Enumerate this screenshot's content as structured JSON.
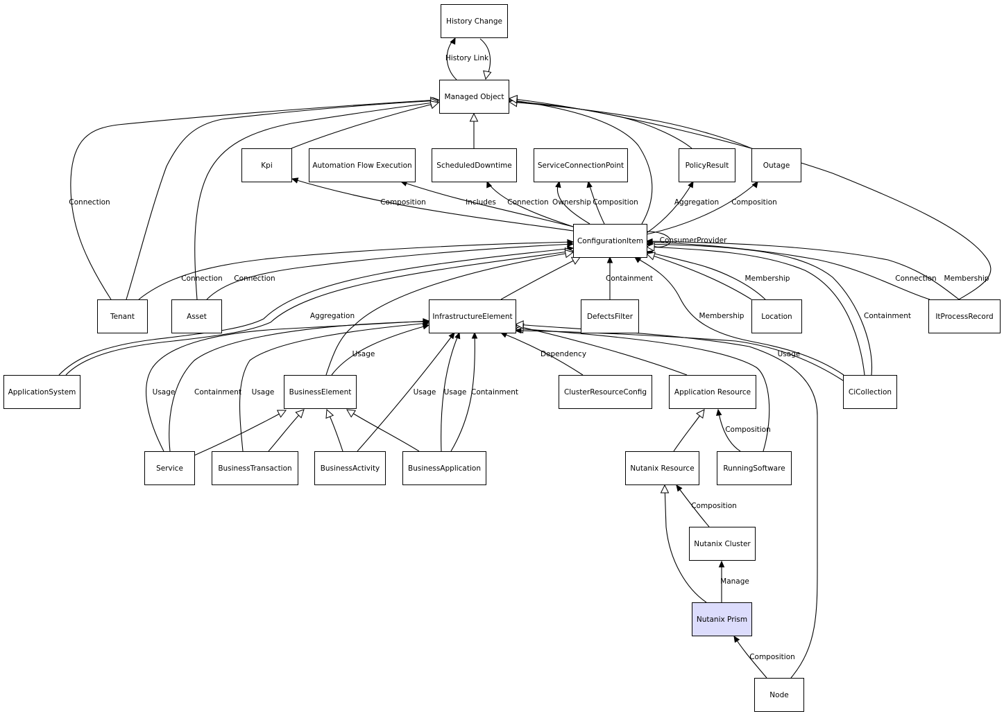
{
  "diagram": {
    "nodes": [
      {
        "id": "history_change",
        "label": "History Change"
      },
      {
        "id": "managed_object",
        "label": "Managed Object"
      },
      {
        "id": "kpi",
        "label": "Kpi"
      },
      {
        "id": "automation_flow_execution",
        "label": "Automation Flow Execution"
      },
      {
        "id": "scheduled_downtime",
        "label": "ScheduledDowntime"
      },
      {
        "id": "service_connection_point",
        "label": "ServiceConnectionPoint"
      },
      {
        "id": "policy_result",
        "label": "PolicyResult"
      },
      {
        "id": "outage",
        "label": "Outage"
      },
      {
        "id": "configuration_item",
        "label": "ConfigurationItem"
      },
      {
        "id": "tenant",
        "label": "Tenant"
      },
      {
        "id": "asset",
        "label": "Asset"
      },
      {
        "id": "infrastructure_element",
        "label": "InfrastructureElement"
      },
      {
        "id": "defects_filter",
        "label": "DefectsFilter"
      },
      {
        "id": "location",
        "label": "Location"
      },
      {
        "id": "it_process_record",
        "label": "ItProcessRecord"
      },
      {
        "id": "application_system",
        "label": "ApplicationSystem"
      },
      {
        "id": "business_element",
        "label": "BusinessElement"
      },
      {
        "id": "cluster_resource_config",
        "label": "ClusterResourceConfig"
      },
      {
        "id": "application_resource",
        "label": "Application Resource"
      },
      {
        "id": "ci_collection",
        "label": "CiCollection"
      },
      {
        "id": "service",
        "label": "Service"
      },
      {
        "id": "business_transaction",
        "label": "BusinessTransaction"
      },
      {
        "id": "business_activity",
        "label": "BusinessActivity"
      },
      {
        "id": "business_application",
        "label": "BusinessApplication"
      },
      {
        "id": "nutanix_resource",
        "label": "Nutanix Resource"
      },
      {
        "id": "running_software",
        "label": "RunningSoftware"
      },
      {
        "id": "nutanix_cluster",
        "label": "Nutanix Cluster"
      },
      {
        "id": "nutanix_prism",
        "label": "Nutanix Prism",
        "highlight": true
      },
      {
        "id": "node",
        "label": "Node"
      }
    ],
    "edges": [
      {
        "from": "managed_object",
        "to": "history_change",
        "label": "History Link",
        "kind": "association"
      },
      {
        "from": "history_change",
        "to": "managed_object",
        "label": "",
        "kind": "inheritance"
      },
      {
        "from": "tenant",
        "to": "managed_object",
        "label": "Connection",
        "kind": "association"
      },
      {
        "from": "tenant",
        "to": "managed_object",
        "label": "",
        "kind": "inheritance"
      },
      {
        "from": "asset",
        "to": "managed_object",
        "label": "",
        "kind": "inheritance"
      },
      {
        "from": "kpi",
        "to": "managed_object",
        "label": "",
        "kind": "inheritance"
      },
      {
        "from": "scheduled_downtime",
        "to": "managed_object",
        "label": "",
        "kind": "inheritance"
      },
      {
        "from": "configuration_item",
        "to": "managed_object",
        "label": "",
        "kind": "inheritance"
      },
      {
        "from": "policy_result",
        "to": "managed_object",
        "label": "",
        "kind": "inheritance"
      },
      {
        "from": "outage",
        "to": "managed_object",
        "label": "",
        "kind": "inheritance"
      },
      {
        "from": "it_process_record",
        "to": "managed_object",
        "label": "",
        "kind": "inheritance"
      },
      {
        "from": "configuration_item",
        "to": "kpi",
        "label": "Composition",
        "kind": "association"
      },
      {
        "from": "configuration_item",
        "to": "automation_flow_execution",
        "label": "Includes",
        "kind": "association"
      },
      {
        "from": "configuration_item",
        "to": "scheduled_downtime",
        "label": "Connection",
        "kind": "association"
      },
      {
        "from": "configuration_item",
        "to": "service_connection_point",
        "label": "Ownership",
        "kind": "association"
      },
      {
        "from": "configuration_item",
        "to": "service_connection_point",
        "label": "Composition",
        "kind": "association"
      },
      {
        "from": "configuration_item",
        "to": "policy_result",
        "label": "Aggregation",
        "kind": "association"
      },
      {
        "from": "configuration_item",
        "to": "outage",
        "label": "Composition",
        "kind": "association"
      },
      {
        "from": "configuration_item",
        "to": "configuration_item",
        "label": "ConsumerProvider",
        "kind": "association"
      },
      {
        "from": "tenant",
        "to": "configuration_item",
        "label": "Connection",
        "kind": "association"
      },
      {
        "from": "asset",
        "to": "configuration_item",
        "label": "Connection",
        "kind": "association"
      },
      {
        "from": "application_system",
        "to": "configuration_item",
        "label": "Aggregation",
        "kind": "association"
      },
      {
        "from": "application_system",
        "to": "configuration_item",
        "label": "",
        "kind": "inheritance"
      },
      {
        "from": "infrastructure_element",
        "to": "configuration_item",
        "label": "",
        "kind": "inheritance"
      },
      {
        "from": "business_element",
        "to": "configuration_item",
        "label": "",
        "kind": "inheritance"
      },
      {
        "from": "defects_filter",
        "to": "configuration_item",
        "label": "Containment",
        "kind": "association"
      },
      {
        "from": "location",
        "to": "configuration_item",
        "label": "Membership",
        "kind": "association"
      },
      {
        "from": "location",
        "to": "configuration_item",
        "label": "",
        "kind": "inheritance"
      },
      {
        "from": "ci_collection",
        "to": "configuration_item",
        "label": "Membership",
        "kind": "association"
      },
      {
        "from": "ci_collection",
        "to": "configuration_item",
        "label": "Containment",
        "kind": "association"
      },
      {
        "from": "ci_collection",
        "to": "configuration_item",
        "label": "",
        "kind": "inheritance"
      },
      {
        "from": "it_process_record",
        "to": "configuration_item",
        "label": "Connection",
        "kind": "association"
      },
      {
        "from": "it_process_record",
        "to": "configuration_item",
        "label": "Membership",
        "kind": "association"
      },
      {
        "from": "service",
        "to": "infrastructure_element",
        "label": "Usage",
        "kind": "association"
      },
      {
        "from": "service",
        "to": "infrastructure_element",
        "label": "Containment",
        "kind": "association"
      },
      {
        "from": "business_transaction",
        "to": "infrastructure_element",
        "label": "Usage",
        "kind": "association"
      },
      {
        "from": "business_element",
        "to": "infrastructure_element",
        "label": "Usage",
        "kind": "association"
      },
      {
        "from": "business_activity",
        "to": "infrastructure_element",
        "label": "Usage",
        "kind": "association"
      },
      {
        "from": "business_application",
        "to": "infrastructure_element",
        "label": "Usage",
        "kind": "association"
      },
      {
        "from": "business_application",
        "to": "infrastructure_element",
        "label": "Containment",
        "kind": "association"
      },
      {
        "from": "cluster_resource_config",
        "to": "infrastructure_element",
        "label": "Dependency",
        "kind": "association"
      },
      {
        "from": "application_resource",
        "to": "infrastructure_element",
        "label": "",
        "kind": "inheritance"
      },
      {
        "from": "running_software",
        "to": "infrastructure_element",
        "label": "",
        "kind": "inheritance"
      },
      {
        "from": "ci_collection",
        "to": "infrastructure_element",
        "label": "Usage",
        "kind": "association"
      },
      {
        "from": "node",
        "to": "infrastructure_element",
        "label": "",
        "kind": "inheritance"
      },
      {
        "from": "service",
        "to": "business_element",
        "label": "",
        "kind": "inheritance"
      },
      {
        "from": "business_transaction",
        "to": "business_element",
        "label": "",
        "kind": "inheritance"
      },
      {
        "from": "business_activity",
        "to": "business_element",
        "label": "",
        "kind": "inheritance"
      },
      {
        "from": "business_application",
        "to": "business_element",
        "label": "",
        "kind": "inheritance"
      },
      {
        "from": "nutanix_resource",
        "to": "application_resource",
        "label": "",
        "kind": "inheritance"
      },
      {
        "from": "running_software",
        "to": "application_resource",
        "label": "Composition",
        "kind": "association"
      },
      {
        "from": "nutanix_cluster",
        "to": "nutanix_resource",
        "label": "Composition",
        "kind": "association"
      },
      {
        "from": "nutanix_prism",
        "to": "nutanix_resource",
        "label": "",
        "kind": "inheritance"
      },
      {
        "from": "nutanix_prism",
        "to": "nutanix_cluster",
        "label": "Manage",
        "kind": "association"
      },
      {
        "from": "node",
        "to": "nutanix_prism",
        "label": "Composition",
        "kind": "association"
      }
    ]
  }
}
